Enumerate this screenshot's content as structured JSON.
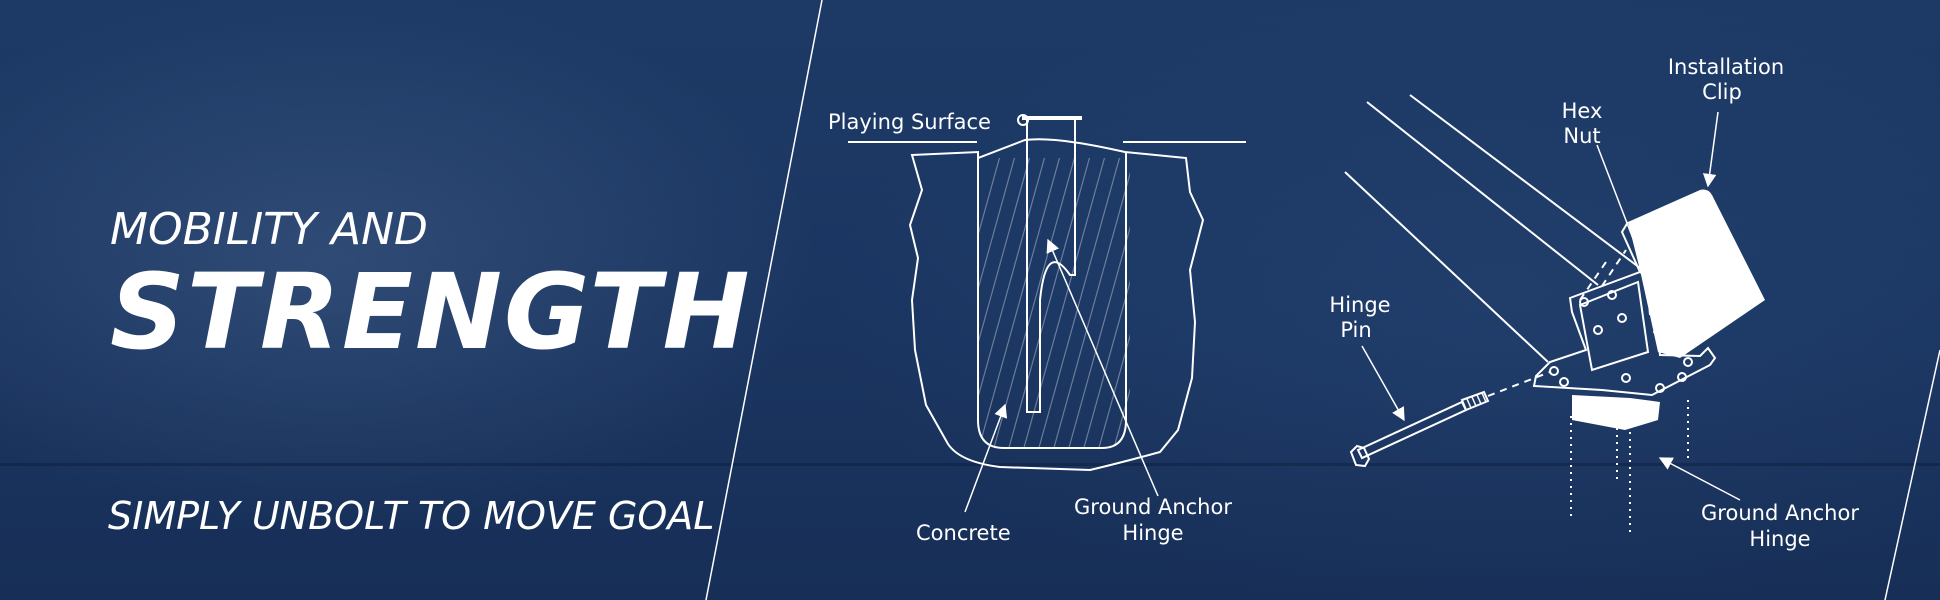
{
  "heading": {
    "line1": "MOBILITY AND",
    "line2": "STRENGTH"
  },
  "tagline": "SIMPLY UNBOLT TO MOVE GOAL",
  "cross_section": {
    "labels": {
      "playing_surface": "Playing Surface",
      "concrete": "Concrete",
      "anchor_hinge_line1": "Ground Anchor",
      "anchor_hinge_line2": "Hinge"
    }
  },
  "exploded_view": {
    "labels": {
      "clip_line1": "Installation",
      "clip_line2": "Clip",
      "hex_line1": "Hex",
      "hex_line2": "Nut",
      "pin_line1": "Hinge",
      "pin_line2": "Pin",
      "anchor_line1": "Ground Anchor",
      "anchor_line2": "Hinge"
    }
  },
  "colors": {
    "background": "#1b3761",
    "line": "#ffffff"
  }
}
